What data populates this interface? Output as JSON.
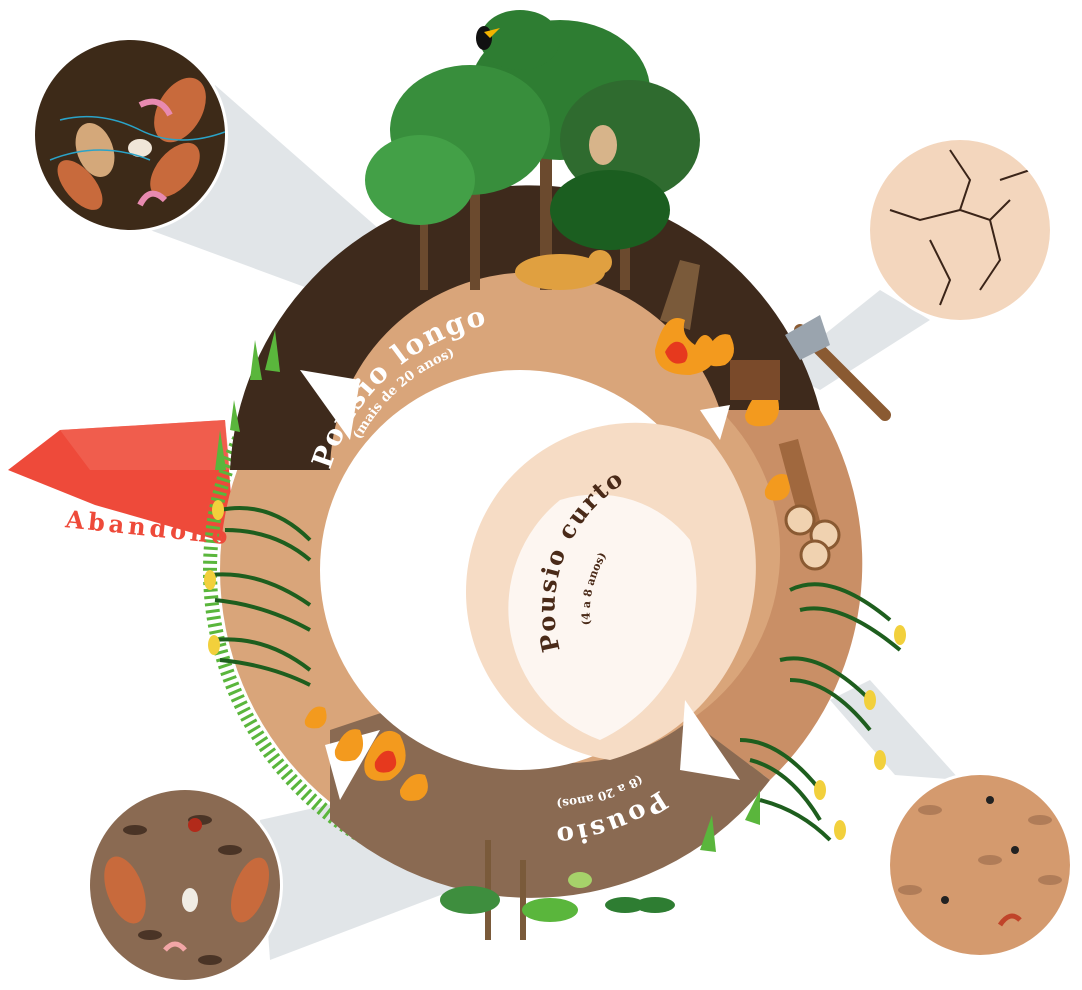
{
  "cycle": {
    "long_fallow": {
      "title": "Pousio longo",
      "subtitle": "(mais de 20 anos)"
    },
    "short_fallow": {
      "title": "Pousio curto",
      "subtitle": "(4 a 8 anos)"
    },
    "fallow": {
      "title": "Pousio",
      "subtitle": "(8 a 20 anos)"
    },
    "abandonment": {
      "label": "Abandono"
    }
  },
  "colors": {
    "long_fallow_soil": "#3e2a1c",
    "outer_ring": "#d9a57a",
    "right_arc": "#c98f66",
    "fallow_arc": "#8a6a52",
    "short_fallow_arc": "#f6dcc5",
    "abandon_arrow": "#ee4a3a",
    "grass": "#5ab63c",
    "fire": "#f39a1e",
    "fire_core": "#e6391e"
  },
  "icons": {
    "top_left_circle": "rich-soil-with-leaf-litter-icon",
    "top_right_circle": "cracked-dry-soil-icon",
    "bottom_left_circle": "soil-with-leaves-and-insects-icon",
    "bottom_right_circle": "soil-with-ants-icon",
    "forest": "tropical-forest-with-animals-icon",
    "axe": "axe-on-stump-icon",
    "logs": "cut-logs-icon",
    "maize": "maize-plants-icon",
    "fire": "fire-icon",
    "seedlings": "regrowth-seedlings-icon"
  }
}
